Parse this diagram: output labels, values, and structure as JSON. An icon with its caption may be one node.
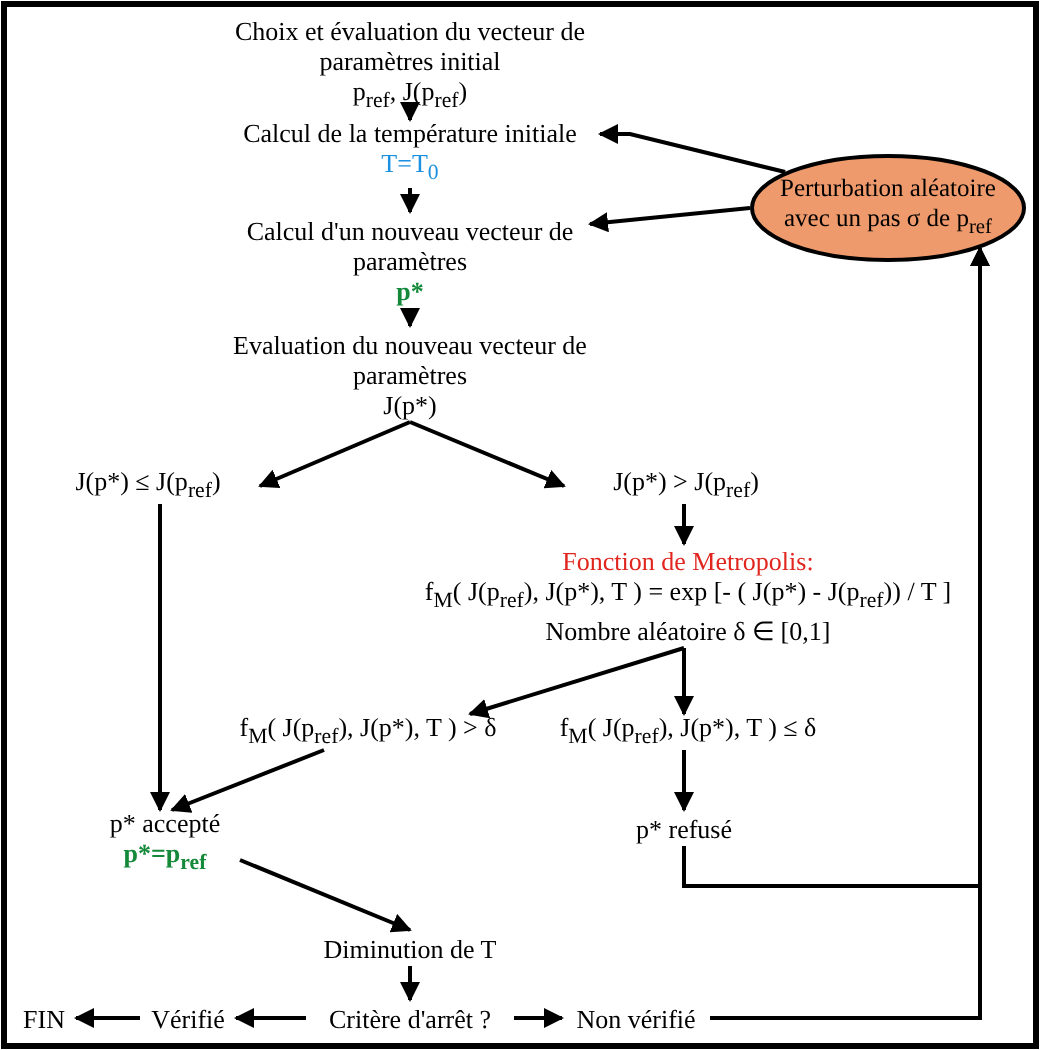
{
  "diagram": {
    "nodes": [
      {
        "text": [
          "Choix et évaluation du vecteur de paramètres initial",
          "p$_{ref}$, J(p$_{ref}$)"
        ]
      },
      {
        "text": [
          "Calcul de la température initiale",
          "T=T$_{0}$"
        ]
      },
      {
        "text": [
          "Calcul d'un nouveau vecteur de paramètres",
          "p*"
        ]
      },
      {
        "text": [
          "Evaluation du nouveau vecteur de paramètres",
          "J(p*)"
        ]
      },
      {
        "text": [
          "J(p*) ≤ J(p$_{ref}$)"
        ]
      },
      {
        "text": [
          "J(p*) > J(p$_{ref}$)"
        ]
      },
      {
        "text": [
          "Fonction de Metropolis:",
          "f$_{M}$( J(p$_{ref}$), J(p*), T ) = exp [- ( J(p*) - J(p$_{ref}$)) / T ]",
          "Nombre aléatoire δ ∈ [0,1]"
        ]
      },
      {
        "text": [
          "f$_{M}$( J(p$_{ref}$), J(p*), T ) > δ"
        ]
      },
      {
        "text": [
          "f$_{M}$( J(p$_{ref}$), J(p*), T ) ≤ δ"
        ]
      },
      {
        "text": [
          "p* accepté",
          "p*=p$_{ref}$"
        ]
      },
      {
        "text": [
          "p* refusé"
        ]
      },
      {
        "text": [
          "Diminution de T"
        ]
      },
      {
        "text": [
          "Critère d'arrêt ?"
        ]
      },
      {
        "text": [
          "Vérifié"
        ]
      },
      {
        "text": [
          "FIN"
        ]
      },
      {
        "text": [
          "Non vérifié"
        ]
      },
      {
        "text": [
          "Perturbation aléatoire avec un pas σ de p$_{ref}$"
        ]
      }
    ],
    "edges": [
      {
        "from": 0,
        "to": 1,
        "arrow": "to"
      },
      {
        "from": 1,
        "to": 2,
        "arrow": "to"
      },
      {
        "from": 2,
        "to": 3,
        "arrow": "to"
      },
      {
        "from": 3,
        "to": 4,
        "arrow": "to"
      },
      {
        "from": 3,
        "to": 5,
        "arrow": "to"
      },
      {
        "from": 5,
        "to": 6,
        "arrow": "to"
      },
      {
        "from": 6,
        "to": 7,
        "arrow": "to"
      },
      {
        "from": 6,
        "to": 8,
        "arrow": "to"
      },
      {
        "from": 4,
        "to": 9,
        "arrow": "to"
      },
      {
        "from": 7,
        "to": 9,
        "arrow": "to"
      },
      {
        "from": 8,
        "to": 10,
        "arrow": "to"
      },
      {
        "from": 9,
        "to": 11,
        "arrow": "to"
      },
      {
        "from": 11,
        "to": 12,
        "arrow": "to"
      },
      {
        "from": 12,
        "to": 13,
        "arrow": "to"
      },
      {
        "from": 13,
        "to": 14,
        "arrow": "to"
      },
      {
        "from": 12,
        "to": 15,
        "arrow": "to"
      },
      {
        "from": 15,
        "to": 16,
        "arrow": "to"
      },
      {
        "from": 10,
        "to": 16,
        "arrow": "to"
      },
      {
        "from": 16,
        "to": 1,
        "arrow": "to"
      },
      {
        "from": 16,
        "to": 2,
        "arrow": "to"
      }
    ]
  }
}
